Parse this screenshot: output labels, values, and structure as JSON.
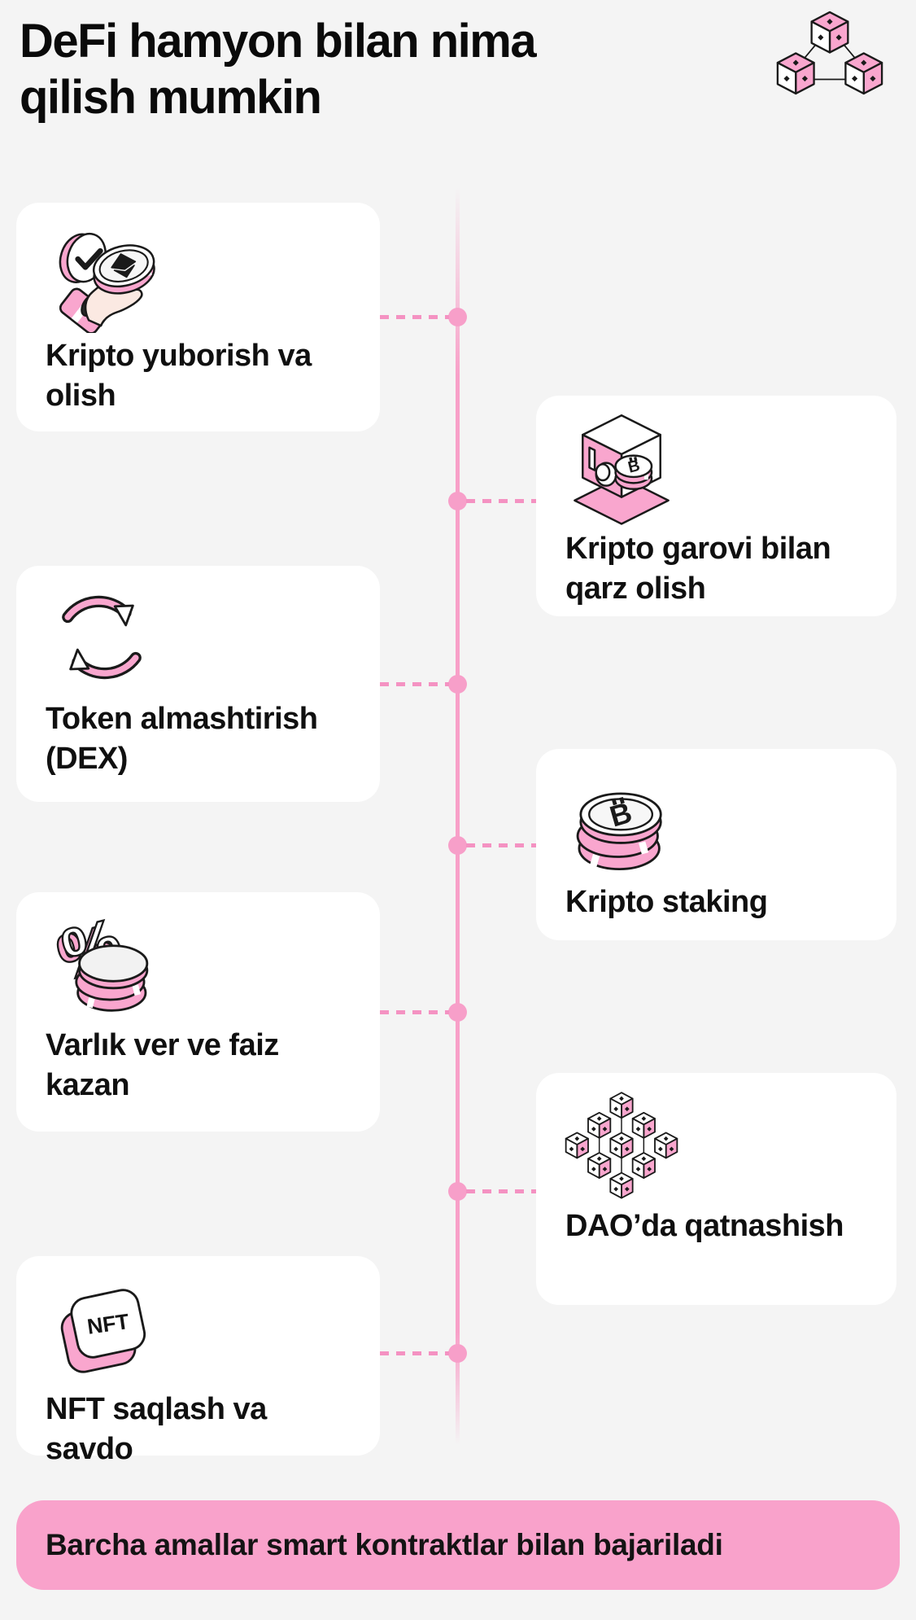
{
  "header": {
    "title": "DeFi hamyon bilan nima qilish mumkin",
    "icon": "blockchain-cubes-icon"
  },
  "timeline": {
    "dot_count": 7,
    "line_color": "#F8A0C8",
    "dot_color": "#F79FC9",
    "dash_color": "#F492C2"
  },
  "cards": [
    {
      "id": "send-receive",
      "side": "left",
      "icon": "hand-coin-icon",
      "lines": [
        "Kripto yuborish va",
        "olish"
      ]
    },
    {
      "id": "borrow",
      "side": "right",
      "icon": "crypto-vault-icon",
      "lines": [
        "Kripto garovi bilan",
        "qarz olish"
      ]
    },
    {
      "id": "swap-dex",
      "side": "left",
      "icon": "swap-arrows-icon",
      "lines": [
        "Token almashtirish",
        "(DEX)"
      ]
    },
    {
      "id": "staking",
      "side": "right",
      "icon": "bitcoin-stack-icon",
      "lines": [
        "Kripto staking"
      ]
    },
    {
      "id": "lend-earn",
      "side": "left",
      "icon": "percent-coins-icon",
      "lines": [
        "Varlık ver ve faiz",
        "kazan"
      ]
    },
    {
      "id": "dao",
      "side": "right",
      "icon": "dao-cubes-icon",
      "lines": [
        "DAO’da qatnashish"
      ]
    },
    {
      "id": "nft",
      "side": "left",
      "icon": "nft-badge-icon",
      "lines": [
        "NFT saqlash va",
        "savdo"
      ]
    }
  ],
  "banner": {
    "text": "Barcha amallar smart kontraktlar bilan bajariladi"
  },
  "colors": {
    "background": "#F4F4F4",
    "card_bg": "#FFFFFF",
    "text": "#101010",
    "pink_primary": "#F9A2CB",
    "pink_illustration": "#F9A6CE",
    "outline": "#1A1A1A"
  }
}
